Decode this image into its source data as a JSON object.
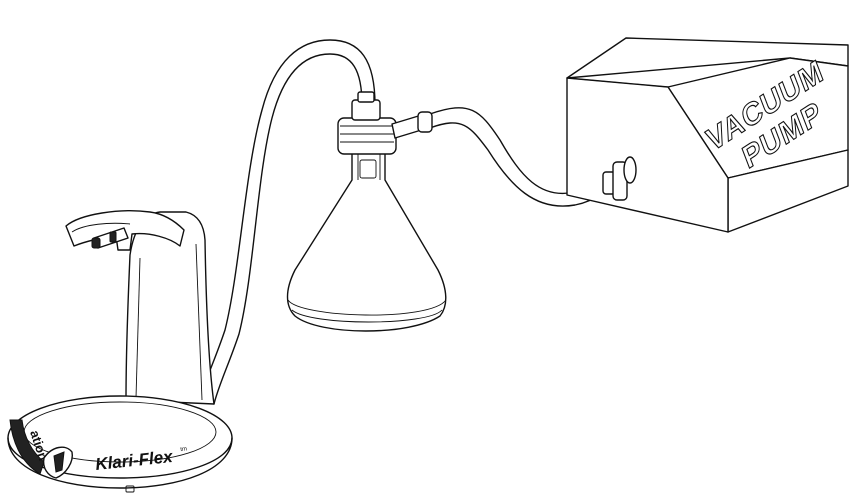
{
  "pump": {
    "label_line1": "VACUUM",
    "label_line2": "PUMP"
  },
  "stand": {
    "brand": "Klari-Flex",
    "brand_mark": "tm",
    "side_logo": "ation"
  }
}
